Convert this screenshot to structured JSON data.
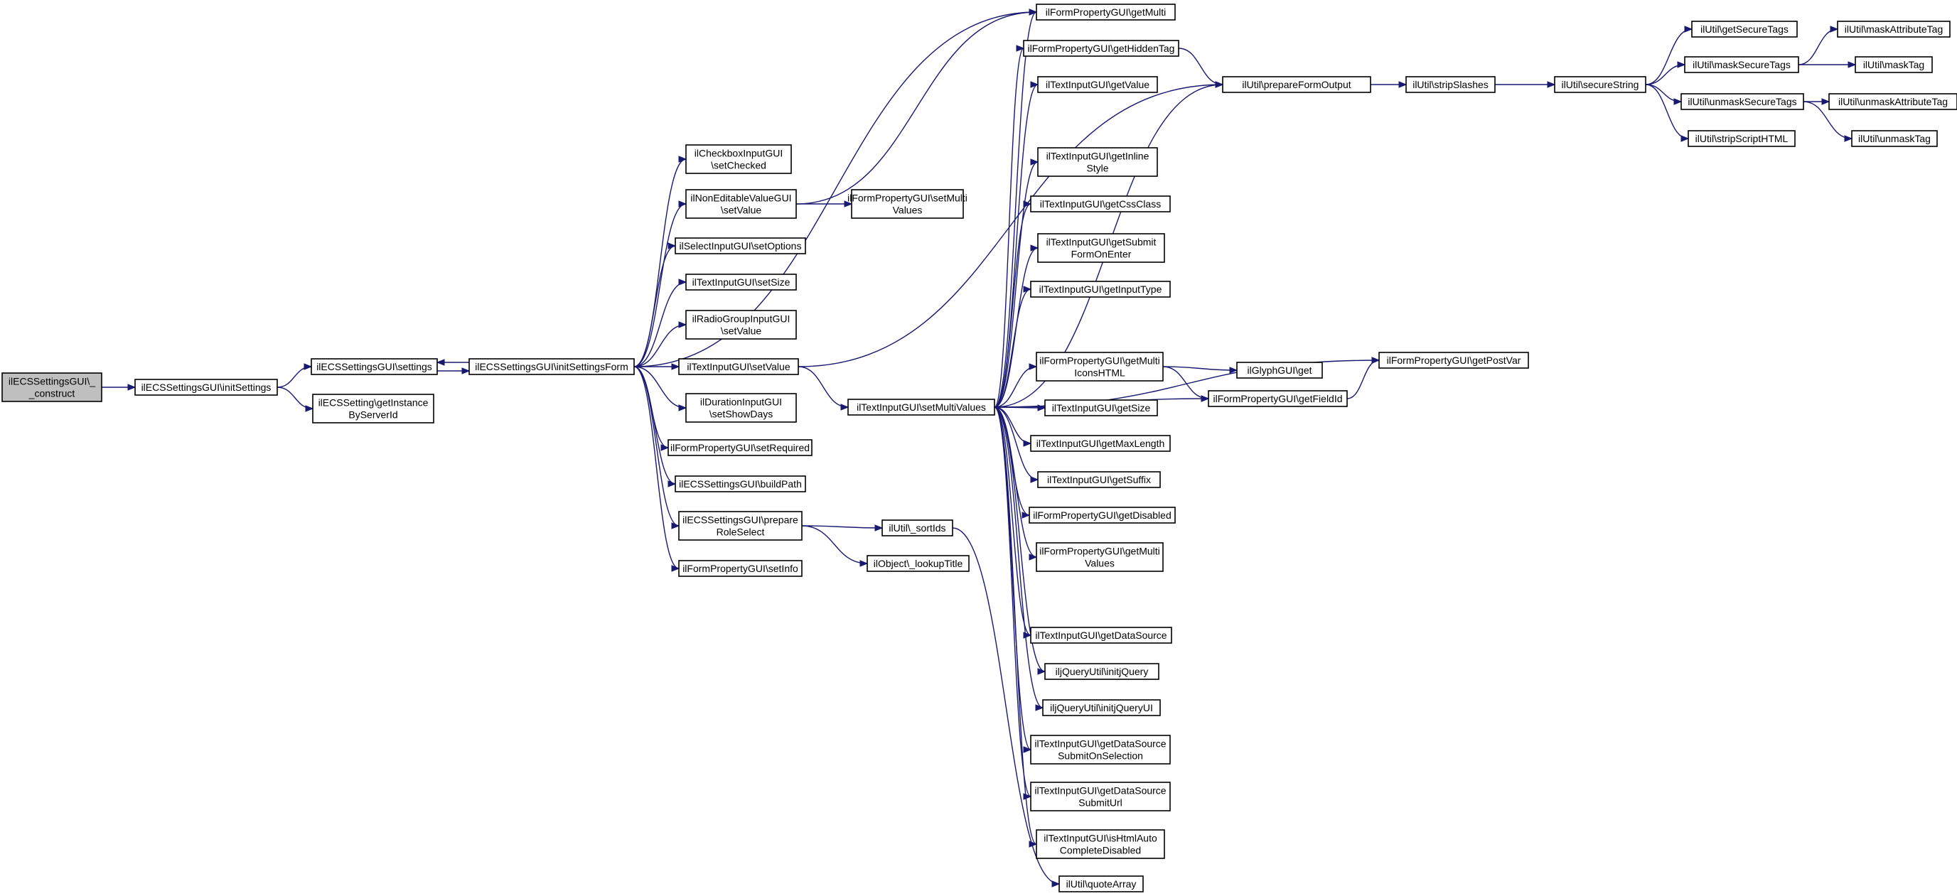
{
  "graph": {
    "edge_color": "#191970",
    "node_fill": "#ffffff",
    "root_fill": "#bfbfbf",
    "nodes": [
      {
        "id": "construct",
        "lines": [
          "ilECSSettingsGUI\\_",
          "_construct"
        ],
        "root": true
      },
      {
        "id": "initSettings",
        "lines": [
          "ilECSSettingsGUI\\initSettings"
        ]
      },
      {
        "id": "settings",
        "lines": [
          "ilECSSettingsGUI\\settings"
        ]
      },
      {
        "id": "getInstance",
        "lines": [
          "ilECSSetting\\getInstance",
          "ByServerId"
        ]
      },
      {
        "id": "initSettingsForm",
        "lines": [
          "ilECSSettingsGUI\\initSettingsForm"
        ]
      },
      {
        "id": "cbSetChecked",
        "lines": [
          "ilCheckboxInputGUI",
          "\\setChecked"
        ]
      },
      {
        "id": "nevSetValue",
        "lines": [
          "ilNonEditableValueGUI",
          "\\setValue"
        ]
      },
      {
        "id": "selSetOptions",
        "lines": [
          "ilSelectInputGUI\\setOptions"
        ]
      },
      {
        "id": "txtSetSize",
        "lines": [
          "ilTextInputGUI\\setSize"
        ]
      },
      {
        "id": "rgSetValue",
        "lines": [
          "ilRadioGroupInputGUI",
          "\\setValue"
        ]
      },
      {
        "id": "txtSetValue",
        "lines": [
          "ilTextInputGUI\\setValue"
        ]
      },
      {
        "id": "durSetShowDays",
        "lines": [
          "ilDurationInputGUI",
          "\\setShowDays"
        ]
      },
      {
        "id": "fpSetRequired",
        "lines": [
          "ilFormPropertyGUI\\setRequired"
        ]
      },
      {
        "id": "buildPath",
        "lines": [
          "ilECSSettingsGUI\\buildPath"
        ]
      },
      {
        "id": "prepRoleSelect",
        "lines": [
          "ilECSSettingsGUI\\prepare",
          "RoleSelect"
        ]
      },
      {
        "id": "fpSetInfo",
        "lines": [
          "ilFormPropertyGUI\\setInfo"
        ]
      },
      {
        "id": "fpSetMultiValues",
        "lines": [
          "ilFormPropertyGUI\\setMulti",
          "Values"
        ]
      },
      {
        "id": "txtSetMultiValues",
        "lines": [
          "ilTextInputGUI\\setMultiValues"
        ]
      },
      {
        "id": "sortIds",
        "lines": [
          "ilUtil\\_sortIds"
        ]
      },
      {
        "id": "lookupTitle",
        "lines": [
          "ilObject\\_lookupTitle"
        ]
      },
      {
        "id": "fpGetMulti",
        "lines": [
          "ilFormPropertyGUI\\getMulti"
        ]
      },
      {
        "id": "fpGetHiddenTag",
        "lines": [
          "ilFormPropertyGUI\\getHiddenTag"
        ]
      },
      {
        "id": "txtGetValue",
        "lines": [
          "ilTextInputGUI\\getValue"
        ]
      },
      {
        "id": "txtGetInlineStyle",
        "lines": [
          "ilTextInputGUI\\getInline",
          "Style"
        ]
      },
      {
        "id": "txtGetCssClass",
        "lines": [
          "ilTextInputGUI\\getCssClass"
        ]
      },
      {
        "id": "txtGetSubmit",
        "lines": [
          "ilTextInputGUI\\getSubmit",
          "FormOnEnter"
        ]
      },
      {
        "id": "txtGetInputType",
        "lines": [
          "ilTextInputGUI\\getInputType"
        ]
      },
      {
        "id": "fpGetMultiIcons",
        "lines": [
          "ilFormPropertyGUI\\getMulti",
          "IconsHTML"
        ]
      },
      {
        "id": "txtGetSize",
        "lines": [
          "ilTextInputGUI\\getSize"
        ]
      },
      {
        "id": "txtGetMaxLength",
        "lines": [
          "ilTextInputGUI\\getMaxLength"
        ]
      },
      {
        "id": "txtGetSuffix",
        "lines": [
          "ilTextInputGUI\\getSuffix"
        ]
      },
      {
        "id": "fpGetDisabled",
        "lines": [
          "ilFormPropertyGUI\\getDisabled"
        ]
      },
      {
        "id": "fpGetMultiValues",
        "lines": [
          "ilFormPropertyGUI\\getMulti",
          "Values"
        ]
      },
      {
        "id": "txtGetDataSource",
        "lines": [
          "ilTextInputGUI\\getDataSource"
        ]
      },
      {
        "id": "jqInit",
        "lines": [
          "iljQueryUtil\\initjQuery"
        ]
      },
      {
        "id": "jqInitUI",
        "lines": [
          "iljQueryUtil\\initjQueryUI"
        ]
      },
      {
        "id": "txtGetDSSubmitSel",
        "lines": [
          "ilTextInputGUI\\getDataSource",
          "SubmitOnSelection"
        ]
      },
      {
        "id": "txtGetDSSubmitUrl",
        "lines": [
          "ilTextInputGUI\\getDataSource",
          "SubmitUrl"
        ]
      },
      {
        "id": "txtIsHtmlAuto",
        "lines": [
          "ilTextInputGUI\\isHtmlAuto",
          "CompleteDisabled"
        ]
      },
      {
        "id": "quoteArray",
        "lines": [
          "ilUtil\\quoteArray"
        ]
      },
      {
        "id": "prepareFormOutput",
        "lines": [
          "ilUtil\\prepareFormOutput"
        ]
      },
      {
        "id": "glyphGet",
        "lines": [
          "ilGlyphGUI\\get"
        ]
      },
      {
        "id": "fpGetFieldId",
        "lines": [
          "ilFormPropertyGUI\\getFieldId"
        ]
      },
      {
        "id": "fpGetPostVar",
        "lines": [
          "ilFormPropertyGUI\\getPostVar"
        ]
      },
      {
        "id": "stripSlashes",
        "lines": [
          "ilUtil\\stripSlashes"
        ]
      },
      {
        "id": "secureString",
        "lines": [
          "ilUtil\\secureString"
        ]
      },
      {
        "id": "getSecureTags",
        "lines": [
          "ilUtil\\getSecureTags"
        ]
      },
      {
        "id": "maskSecureTags",
        "lines": [
          "ilUtil\\maskSecureTags"
        ]
      },
      {
        "id": "unmaskSecureTags",
        "lines": [
          "ilUtil\\unmaskSecureTags"
        ]
      },
      {
        "id": "stripScriptHTML",
        "lines": [
          "ilUtil\\stripScriptHTML"
        ]
      },
      {
        "id": "maskAttributeTag",
        "lines": [
          "ilUtil\\maskAttributeTag"
        ]
      },
      {
        "id": "maskTag",
        "lines": [
          "ilUtil\\maskTag"
        ]
      },
      {
        "id": "unmaskAttributeTag",
        "lines": [
          "ilUtil\\unmaskAttributeTag"
        ]
      },
      {
        "id": "unmaskTag",
        "lines": [
          "ilUtil\\unmaskTag"
        ]
      }
    ],
    "edges": [
      [
        "construct",
        "initSettings"
      ],
      [
        "initSettings",
        "settings"
      ],
      [
        "initSettings",
        "getInstance"
      ],
      [
        "settings",
        "initSettingsForm"
      ],
      [
        "initSettingsForm",
        "settings"
      ],
      [
        "initSettingsForm",
        "cbSetChecked"
      ],
      [
        "initSettingsForm",
        "nevSetValue"
      ],
      [
        "initSettingsForm",
        "selSetOptions"
      ],
      [
        "initSettingsForm",
        "txtSetSize"
      ],
      [
        "initSettingsForm",
        "rgSetValue"
      ],
      [
        "initSettingsForm",
        "txtSetValue"
      ],
      [
        "initSettingsForm",
        "durSetShowDays"
      ],
      [
        "initSettingsForm",
        "fpSetRequired"
      ],
      [
        "initSettingsForm",
        "buildPath"
      ],
      [
        "initSettingsForm",
        "prepRoleSelect"
      ],
      [
        "initSettingsForm",
        "fpSetInfo"
      ],
      [
        "initSettingsForm",
        "fpGetMulti"
      ],
      [
        "nevSetValue",
        "fpSetMultiValues"
      ],
      [
        "nevSetValue",
        "fpGetMulti"
      ],
      [
        "txtSetValue",
        "txtSetMultiValues"
      ],
      [
        "txtSetValue",
        "prepareFormOutput"
      ],
      [
        "prepRoleSelect",
        "sortIds"
      ],
      [
        "prepRoleSelect",
        "lookupTitle"
      ],
      [
        "sortIds",
        "quoteArray"
      ],
      [
        "txtSetMultiValues",
        "fpGetMulti"
      ],
      [
        "txtSetMultiValues",
        "fpGetHiddenTag"
      ],
      [
        "txtSetMultiValues",
        "txtGetValue"
      ],
      [
        "txtSetMultiValues",
        "txtGetInlineStyle"
      ],
      [
        "txtSetMultiValues",
        "txtGetCssClass"
      ],
      [
        "txtSetMultiValues",
        "txtGetSubmit"
      ],
      [
        "txtSetMultiValues",
        "txtGetInputType"
      ],
      [
        "txtSetMultiValues",
        "fpGetPostVar"
      ],
      [
        "txtSetMultiValues",
        "fpGetMultiIcons"
      ],
      [
        "txtSetMultiValues",
        "txtGetSize"
      ],
      [
        "txtSetMultiValues",
        "txtGetMaxLength"
      ],
      [
        "txtSetMultiValues",
        "txtGetSuffix"
      ],
      [
        "txtSetMultiValues",
        "fpGetDisabled"
      ],
      [
        "txtSetMultiValues",
        "fpGetMultiValues"
      ],
      [
        "txtSetMultiValues",
        "fpGetFieldId"
      ],
      [
        "txtSetMultiValues",
        "txtGetDataSource"
      ],
      [
        "txtSetMultiValues",
        "jqInit"
      ],
      [
        "txtSetMultiValues",
        "jqInitUI"
      ],
      [
        "txtSetMultiValues",
        "txtGetDSSubmitSel"
      ],
      [
        "txtSetMultiValues",
        "txtGetDSSubmitUrl"
      ],
      [
        "txtSetMultiValues",
        "txtIsHtmlAuto"
      ],
      [
        "txtSetMultiValues",
        "prepareFormOutput"
      ],
      [
        "fpGetHiddenTag",
        "prepareFormOutput"
      ],
      [
        "prepareFormOutput",
        "stripSlashes"
      ],
      [
        "stripSlashes",
        "secureString"
      ],
      [
        "secureString",
        "getSecureTags"
      ],
      [
        "secureString",
        "maskSecureTags"
      ],
      [
        "secureString",
        "unmaskSecureTags"
      ],
      [
        "secureString",
        "stripScriptHTML"
      ],
      [
        "maskSecureTags",
        "maskAttributeTag"
      ],
      [
        "maskSecureTags",
        "maskTag"
      ],
      [
        "unmaskSecureTags",
        "unmaskAttributeTag"
      ],
      [
        "unmaskSecureTags",
        "unmaskTag"
      ],
      [
        "fpGetMultiIcons",
        "glyphGet"
      ],
      [
        "fpGetMultiIcons",
        "fpGetFieldId"
      ],
      [
        "fpGetFieldId",
        "fpGetPostVar"
      ]
    ]
  }
}
